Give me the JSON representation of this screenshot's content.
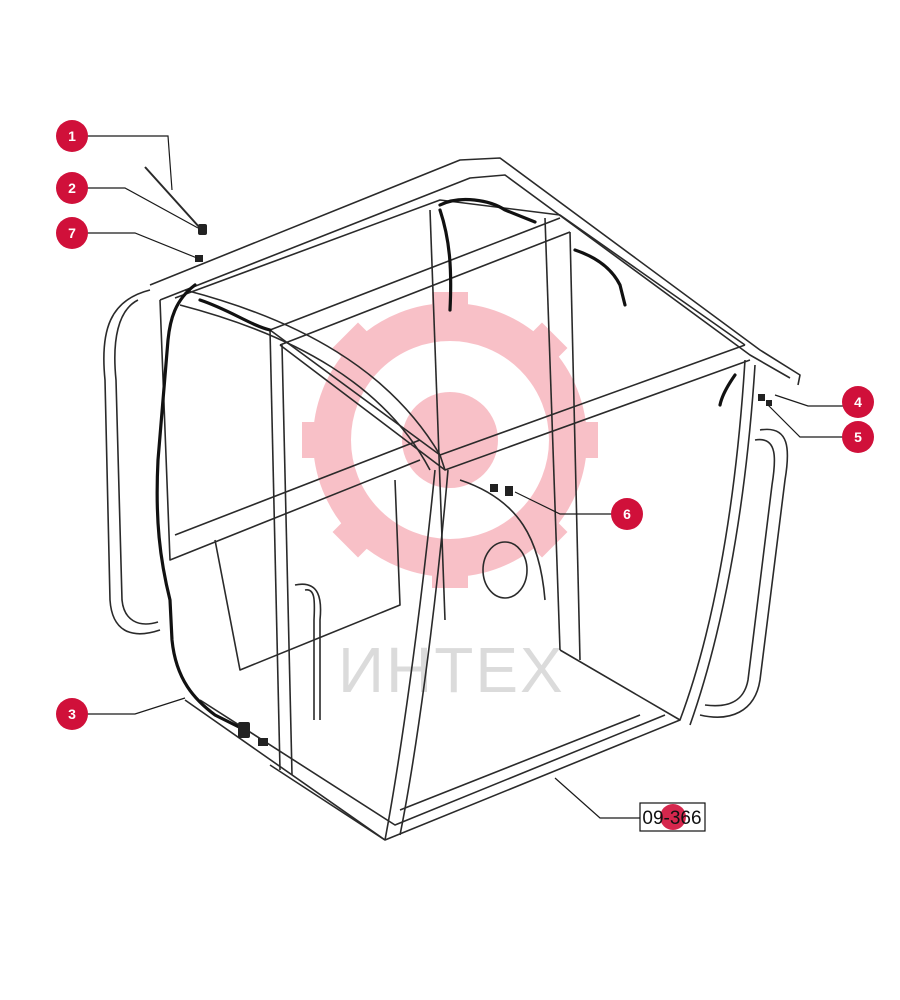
{
  "diagram": {
    "watermark_text": "ИНТЕХ",
    "reference_label": "09-366",
    "accent_color": "#d0103a",
    "callouts": [
      {
        "id": "1",
        "label": "1"
      },
      {
        "id": "2",
        "label": "2"
      },
      {
        "id": "7",
        "label": "7"
      },
      {
        "id": "3",
        "label": "3"
      },
      {
        "id": "4",
        "label": "4"
      },
      {
        "id": "5",
        "label": "5"
      },
      {
        "id": "6",
        "label": "6"
      }
    ]
  }
}
